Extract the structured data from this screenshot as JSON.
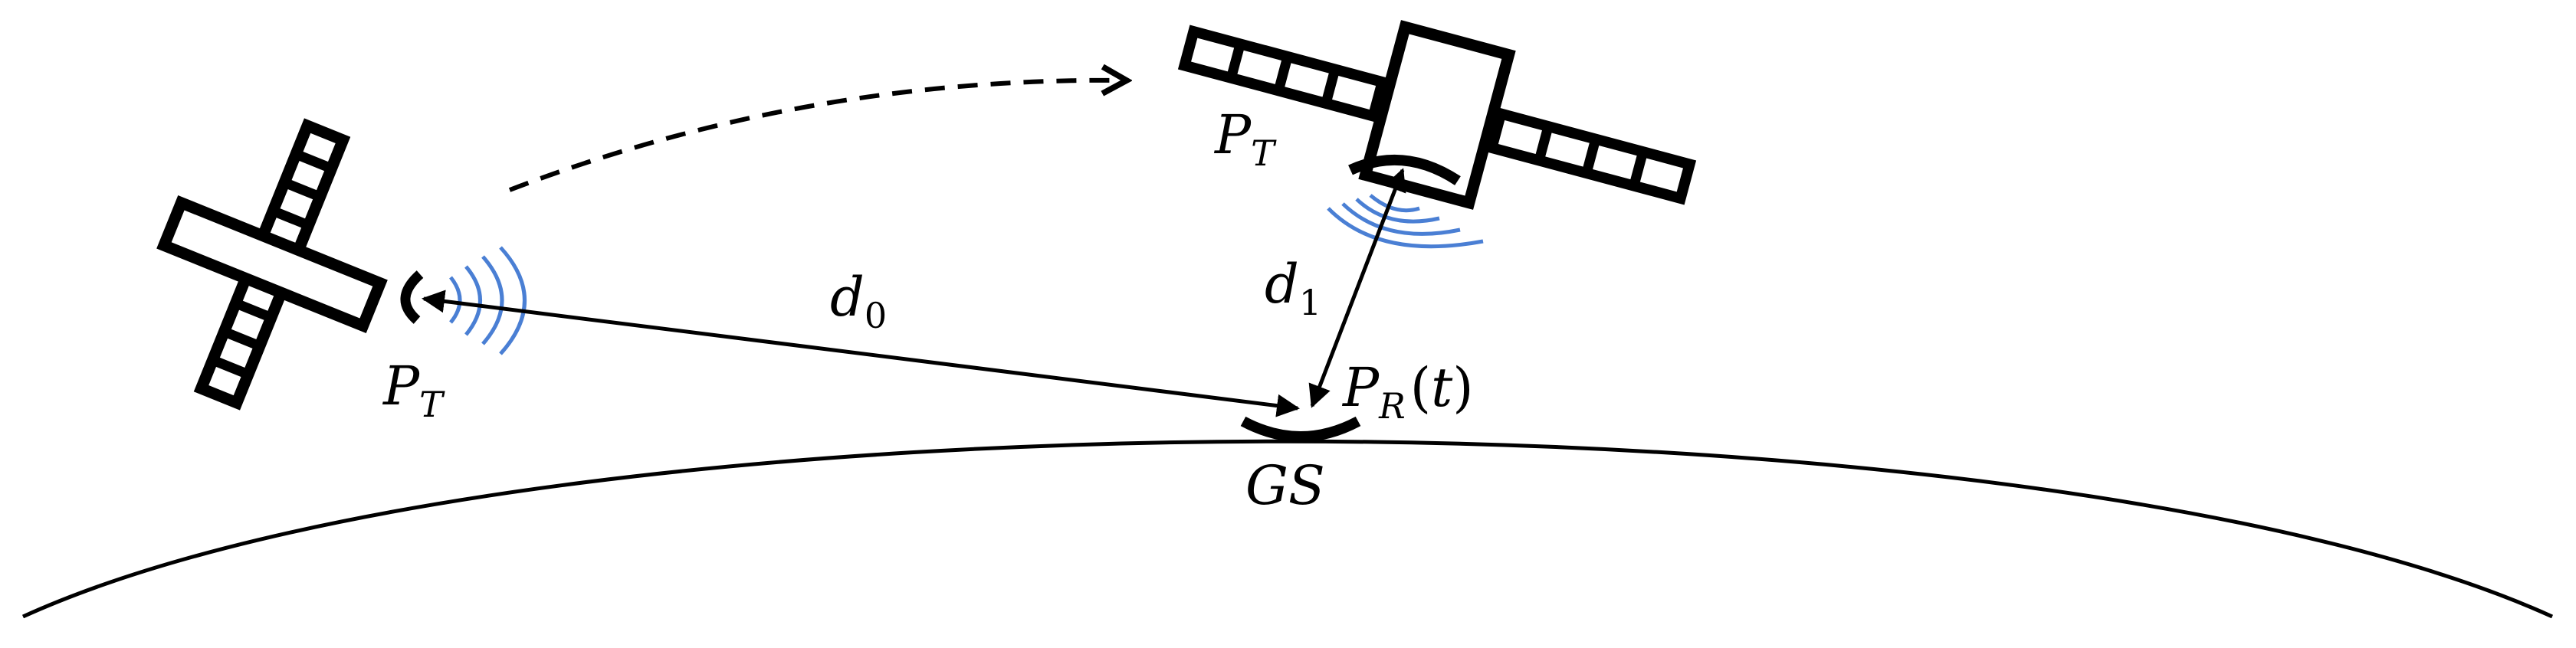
{
  "labels": {
    "left_sat_power": {
      "main": "P",
      "sub": "T"
    },
    "right_sat_power": {
      "main": "P",
      "sub": "T"
    },
    "distance_0": {
      "main": "d",
      "sub": "0"
    },
    "distance_1": {
      "main": "d",
      "sub": "1"
    },
    "received_power": {
      "main": "P",
      "sub": "R",
      "open": "(",
      "arg": "t",
      "close": ")"
    },
    "ground_station": "GS"
  },
  "colors": {
    "ink": "#000000",
    "signal_waves": "#4a7fd4"
  },
  "icons": {
    "left_satellite": "satellite-icon",
    "right_satellite": "satellite-icon",
    "ground_station": "ground-dish-icon"
  }
}
